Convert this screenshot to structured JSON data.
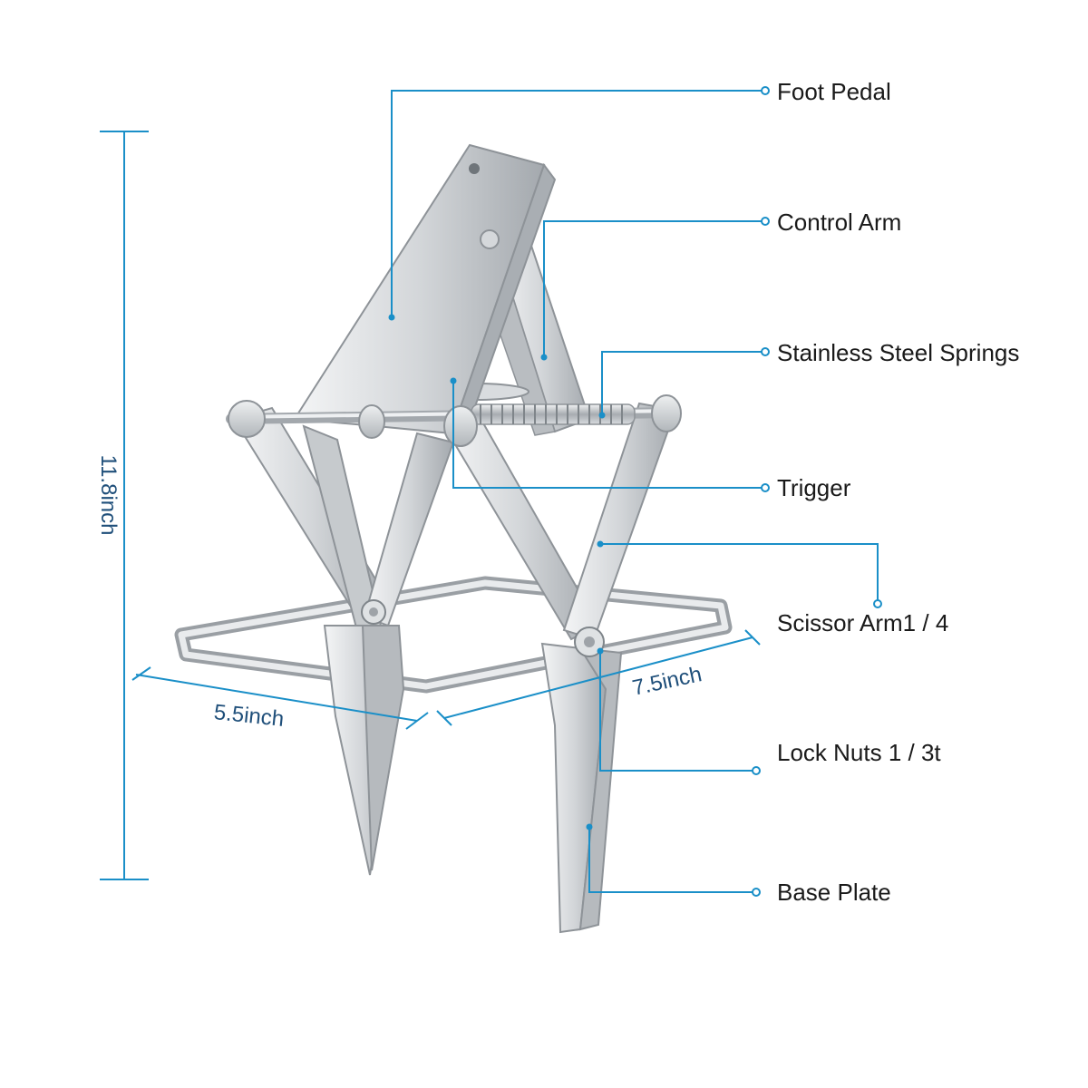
{
  "colors": {
    "accent": "#1a8fc8",
    "metal_light": "#e6e8ea",
    "metal_mid": "#c2c6ca",
    "metal_dark": "#8e9398",
    "label_text": "#1a1a1a",
    "dimension_text": "#1f4f7a"
  },
  "labels": {
    "foot_pedal": "Foot Pedal",
    "control_arm": "Control Arm",
    "springs": "Stainless Steel Springs",
    "trigger": "Trigger",
    "scissor_arm": "Scissor Arm1 / 4",
    "lock_nuts": "Lock Nuts 1 / 3t",
    "base_plate": "Base Plate"
  },
  "dimensions": {
    "height": "11.8inch",
    "width": "5.5inch",
    "length": "7.5inch"
  }
}
